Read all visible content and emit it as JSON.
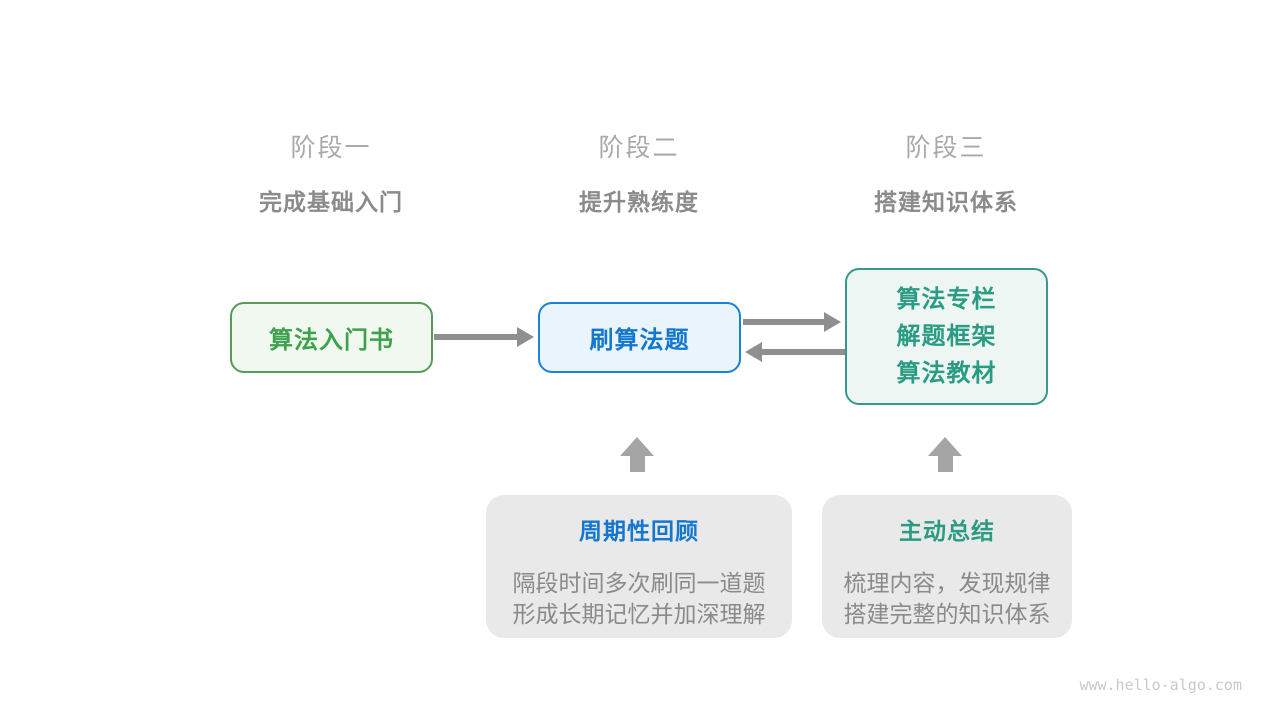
{
  "stages": [
    {
      "label": "阶段一",
      "subtitle": "完成基础入门"
    },
    {
      "label": "阶段二",
      "subtitle": "提升熟练度"
    },
    {
      "label": "阶段三",
      "subtitle": "搭建知识体系"
    }
  ],
  "nodes": {
    "intro_book": {
      "label": "算法入门书"
    },
    "practice": {
      "label": "刷算法题"
    },
    "resources": {
      "lines": [
        "算法专栏",
        "解题框架",
        "算法教材"
      ]
    }
  },
  "callouts": [
    {
      "title": "周期性回顾",
      "lines": [
        "隔段时间多次刷同一道题",
        "形成长期记忆并加深理解"
      ]
    },
    {
      "title": "主动总结",
      "lines": [
        "梳理内容，发现规律",
        "搭建完整的知识体系"
      ]
    }
  ],
  "watermark": "www.hello-algo.com",
  "colors": {
    "stage-label": "#a9a9a9",
    "stage-subtitle": "#8b8b8b",
    "green-border": "#579a59",
    "green-bg": "#f1f8ef",
    "green-text": "#3da14f",
    "blue-border": "#1b80d8",
    "blue-bg": "#eaf4fc",
    "blue-text": "#1377d0",
    "teal-border": "#36998b",
    "teal-bg": "#edf6f3",
    "teal-text": "#2a9c83",
    "arrow": "#8f8f8f",
    "block-arrow": "#a5a5a5",
    "callout-bg": "#e9e9e9",
    "callout-body": "#8a8a8a",
    "watermark": "#c9c9c9"
  }
}
